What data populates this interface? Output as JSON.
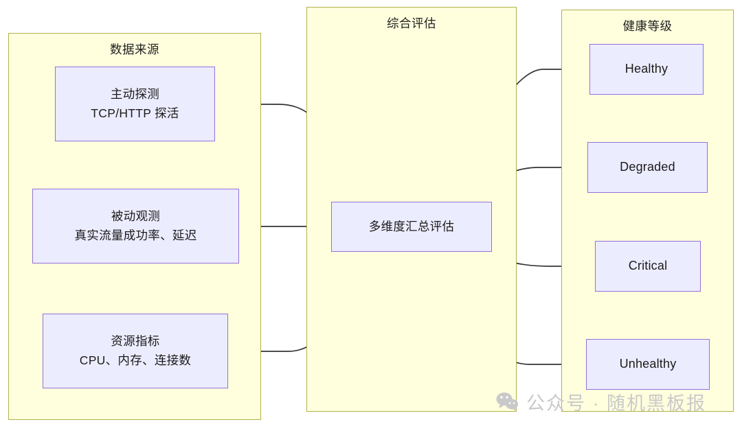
{
  "diagram": {
    "type": "flowchart",
    "direction": "left-to-right",
    "background": "#ffffff",
    "panel_fill": "#ffffde",
    "panel_stroke": "#aeb14b",
    "node_fill": "#ececff",
    "node_stroke": "#9370db",
    "edge_stroke": "#333333"
  },
  "panels": [
    {
      "id": "sources",
      "title": "数据来源"
    },
    {
      "id": "assess",
      "title": "综合评估"
    },
    {
      "id": "health",
      "title": "健康等级"
    }
  ],
  "nodes": {
    "sources": [
      {
        "id": "active",
        "line1": "主动探测",
        "line2": "TCP/HTTP 探活"
      },
      {
        "id": "passive",
        "line1": "被动观测",
        "line2": "真实流量成功率、延迟"
      },
      {
        "id": "resource",
        "line1": "资源指标",
        "line2": "CPU、内存、连接数"
      }
    ],
    "assess": [
      {
        "id": "aggregate",
        "line1": "多维度汇总评估",
        "line2": ""
      }
    ],
    "health": [
      {
        "id": "healthy",
        "label": "Healthy"
      },
      {
        "id": "degraded",
        "label": "Degraded"
      },
      {
        "id": "critical",
        "label": "Critical"
      },
      {
        "id": "unhealthy",
        "label": "Unhealthy"
      }
    ]
  },
  "edges": [
    {
      "from": "active",
      "to": "aggregate"
    },
    {
      "from": "passive",
      "to": "aggregate"
    },
    {
      "from": "resource",
      "to": "aggregate"
    },
    {
      "from": "aggregate",
      "to": "healthy"
    },
    {
      "from": "aggregate",
      "to": "degraded"
    },
    {
      "from": "aggregate",
      "to": "critical"
    },
    {
      "from": "aggregate",
      "to": "unhealthy"
    }
  ],
  "watermark": {
    "icon": "wechat-icon",
    "text": "公众号 · 随机黑板报"
  }
}
